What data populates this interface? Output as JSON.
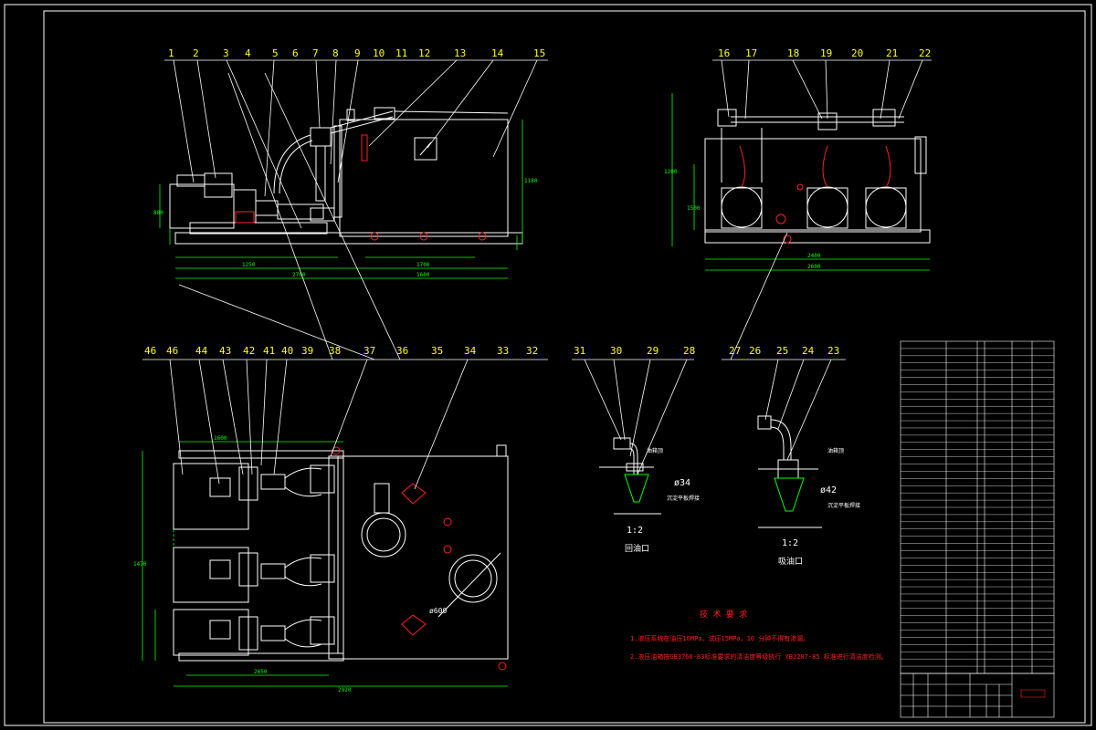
{
  "drawing": {
    "callouts_top": [
      "1",
      "2",
      "3",
      "4",
      "5",
      "6",
      "7",
      "8",
      "9",
      "10",
      "11",
      "12",
      "13",
      "14",
      "15"
    ],
    "callouts_side": [
      "16",
      "17",
      "18",
      "19",
      "20",
      "21",
      "22"
    ],
    "callouts_bottom": [
      "46",
      "44",
      "43",
      "42",
      "41",
      "40",
      "39",
      "38",
      "37",
      "36",
      "35",
      "34",
      "33",
      "32"
    ],
    "callouts_detail": [
      "31",
      "30",
      "29",
      "28",
      "27",
      "26",
      "25",
      "24",
      "23"
    ],
    "dims_front": [
      "1250",
      "2700",
      "1700",
      "1600",
      "1180",
      "880"
    ],
    "dims_side": [
      "1200",
      "1500",
      "2400",
      "2600"
    ],
    "dims_plan": [
      "2650",
      "2920",
      "1470",
      "1600"
    ],
    "detail1": {
      "scale": "1:2",
      "diameter": "ø34",
      "title": "回油口",
      "label_a": "油箱顶",
      "label_b": "沉淀平板焊接"
    },
    "detail2": {
      "scale": "1:2",
      "diameter": "ø42",
      "title": "吸油口",
      "label_a": "油箱顶",
      "label_b": "沉淀平板焊接"
    },
    "plan_circle": "ø600"
  },
  "tech": {
    "heading": "技 术 要 求",
    "line1": "1.液压系统在油压10MPa、试压15MPa，10 分钟不得有渗漏。",
    "line2": "2.液压油箱按GB3766-83标准要求的清洁度等级执行 YBJ207-85 标准进行清洁度检测。"
  },
  "colors": {
    "frame": "#ffffff",
    "drawing": "#ffffff",
    "dimension": "#00ff00",
    "red": "#ff2020",
    "yellow": "#ffff00",
    "magenta": "#ff00ff",
    "cyan": "#00ffff"
  }
}
